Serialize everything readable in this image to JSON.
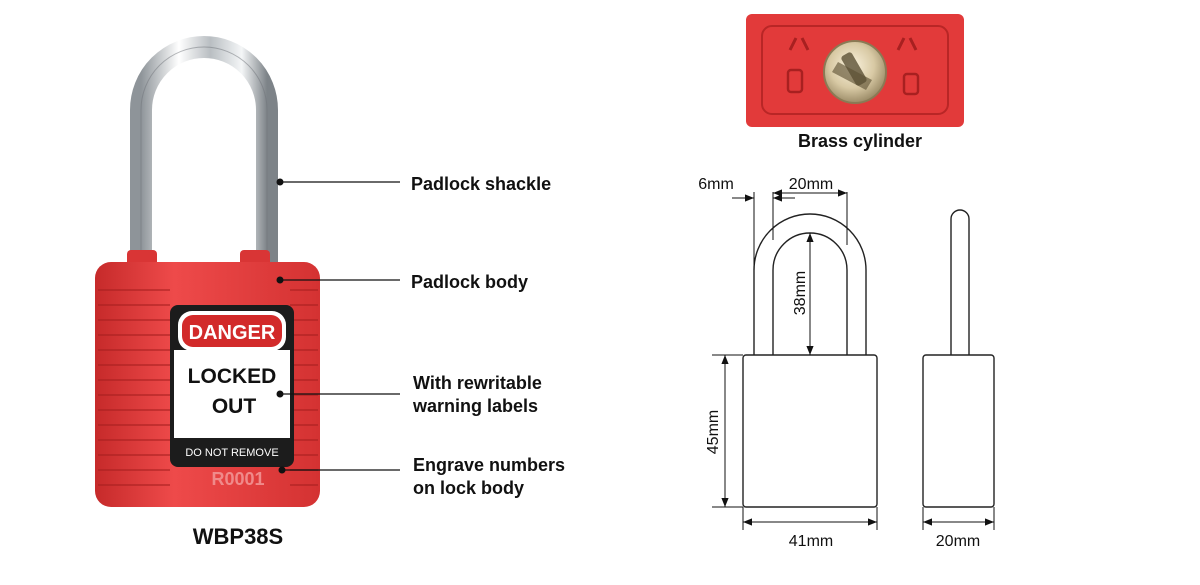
{
  "product": {
    "model": "WBP38S",
    "tag_danger": "DANGER",
    "tag_locked": "LOCKED",
    "tag_out": "OUT",
    "tag_do_not_remove": "DO NOT REMOVE",
    "engraving": "R0001"
  },
  "callouts": {
    "shackle": "Padlock shackle",
    "body": "Padlock body",
    "labels_line1": "With rewritable",
    "labels_line2": "warning labels",
    "engrave_line1": "Engrave numbers",
    "engrave_line2": "on lock body"
  },
  "cylinder": {
    "caption": "Brass cylinder"
  },
  "dimensions": {
    "shackle_diameter": "6mm",
    "shackle_inner_width": "20mm",
    "shackle_clearance": "38mm",
    "body_height": "45mm",
    "body_width": "41mm",
    "body_thickness": "20mm"
  },
  "colors": {
    "lock_red": "#e23a3a",
    "tag_black": "#1c1c1c",
    "chrome": "#cfd3d6",
    "engrave": "#f08a8a"
  }
}
